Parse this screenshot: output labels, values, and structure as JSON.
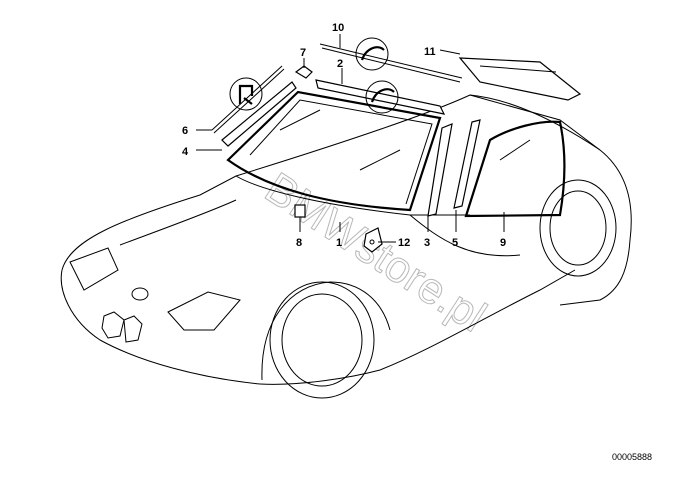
{
  "watermark": "BMWstore.pl",
  "reference_number": "00005888",
  "callouts": [
    {
      "label": "1"
    },
    {
      "label": "2"
    },
    {
      "label": "3"
    },
    {
      "label": "4"
    },
    {
      "label": "5"
    },
    {
      "label": "6"
    },
    {
      "label": "7"
    },
    {
      "label": "8"
    },
    {
      "label": "9"
    },
    {
      "label": "10"
    },
    {
      "label": "11"
    },
    {
      "label": "12"
    }
  ]
}
